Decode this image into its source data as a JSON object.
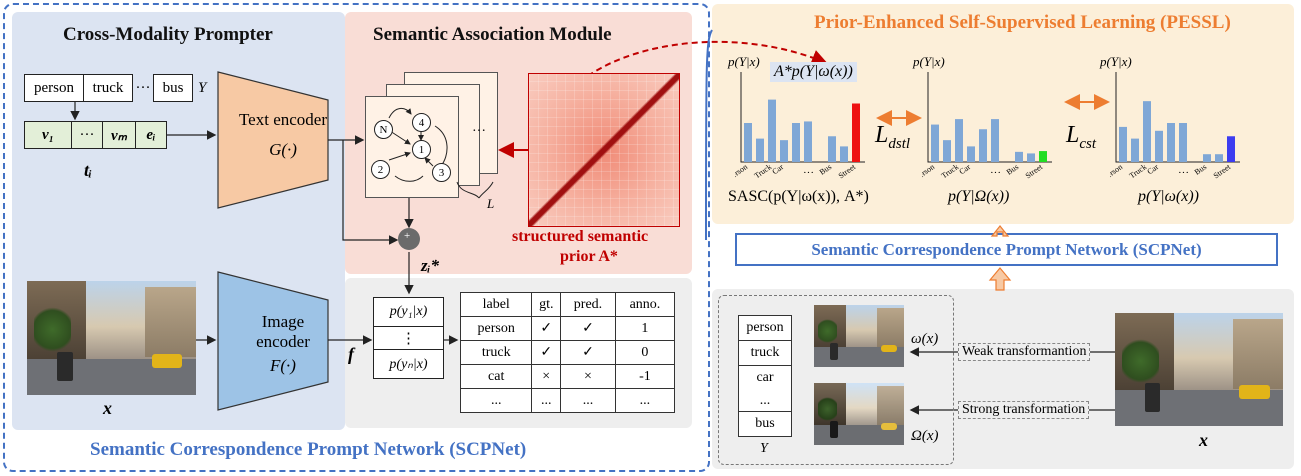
{
  "titles": {
    "cmp": "Cross-Modality Prompter",
    "sam": "Semantic Association Module",
    "pessl": "Prior-Enhanced Self-Supervised Learning (PESSL)",
    "scpnet_bottom": "Semantic Correspondence Prompt Network (SCPNet)",
    "scpnet_box": "Semantic Correspondence Prompt Network (SCPNet)"
  },
  "colors": {
    "cmp_bg": "#dce4f2",
    "sam_bg": "#f9ddd6",
    "pessl_bg": "#fcefd9",
    "bottom_right_bg": "#eeeeee",
    "text_encoder": "#f7c9a4",
    "image_encoder": "#9dc3e6",
    "blue_accent": "#4472c4",
    "orange_accent": "#ed7d31",
    "red_accent": "#c00000",
    "bar_blue": "#7fa7d6",
    "bar_red": "#ee1111",
    "bar_green": "#22dd22",
    "bar_dark_blue": "#3c3cf0"
  },
  "label_set": {
    "items": [
      "person",
      "truck",
      "···",
      "bus"
    ],
    "var": "Y"
  },
  "token_vector": {
    "cells": [
      "v₁",
      "···",
      "vₘ",
      "eᵢ"
    ],
    "var": "tᵢ"
  },
  "text_encoder": {
    "name": "Text encoder",
    "func": "G(·)"
  },
  "image_encoder": {
    "name": "Image encoder",
    "func": "F(·)"
  },
  "image_var": "x",
  "feature_var": "f",
  "z_var": "zᵢ*",
  "plus_symbol": "+",
  "graph": {
    "nodes": [
      "N",
      "4",
      "1",
      "2",
      "3"
    ],
    "ellipsis": "···",
    "depth_label": "L"
  },
  "prior": {
    "line1": "structured semantic",
    "line2": "prior A*"
  },
  "prob_box": {
    "top": "p(y₁|x)",
    "mid": "⋮",
    "bottom": "p(yₙ|x)"
  },
  "result_table": {
    "headers": [
      "label",
      "gt.",
      "pred.",
      "anno."
    ],
    "rows": [
      [
        "person",
        "✓",
        "✓",
        "1"
      ],
      [
        "truck",
        "✓",
        "✓",
        "0"
      ],
      [
        "cat",
        "×",
        "×",
        "-1"
      ],
      [
        "...",
        "...",
        "...",
        "..."
      ]
    ]
  },
  "charts": {
    "ylabel": "p(Y|x)",
    "categories": [
      "Person",
      "Truck",
      "Car",
      "···",
      "Bus",
      "Street"
    ],
    "chart1_caption": "SASC(p(Y|ω(x)), A*)",
    "chart1_inset": "A*p(Y|ω(x))",
    "chart2_caption": "p(Y|Ω(x))",
    "chart3_caption": "p(Y|ω(x))",
    "loss1": "L",
    "loss1_sub": "dstl",
    "loss2": "L",
    "loss2_sub": "cst"
  },
  "chart_data": [
    {
      "type": "bar",
      "title": "",
      "ylabel": "p(Y|x)",
      "categories": [
        "Person",
        "Truck",
        "Car",
        "···",
        "Bus",
        "Street"
      ],
      "values": [
        0.5,
        0.3,
        0.8,
        0.28,
        0.5,
        0.52,
        0.0,
        0.33,
        0.2,
        0.75
      ],
      "highlight_index": 9,
      "highlight_color": "#ee1111"
    },
    {
      "type": "bar",
      "title": "",
      "ylabel": "p(Y|x)",
      "categories": [
        "Person",
        "Truck",
        "Car",
        "···",
        "Bus",
        "Street"
      ],
      "values": [
        0.48,
        0.28,
        0.55,
        0.2,
        0.42,
        0.55,
        0.0,
        0.13,
        0.11,
        0.14
      ],
      "highlight_index": 9,
      "highlight_color": "#22dd22"
    },
    {
      "type": "bar",
      "title": "",
      "ylabel": "p(Y|x)",
      "categories": [
        "Person",
        "Truck",
        "Car",
        "···",
        "Bus",
        "Street"
      ],
      "values": [
        0.45,
        0.3,
        0.78,
        0.4,
        0.5,
        0.5,
        0.0,
        0.1,
        0.1,
        0.33
      ],
      "highlight_index": 9,
      "highlight_color": "#3c3cf0"
    }
  ],
  "augment": {
    "labels": [
      "person",
      "truck",
      "car",
      "...",
      "bus"
    ],
    "var": "Y",
    "weak": "Weak  transformantion",
    "strong": "Strong transformation",
    "weak_out": "ω(x)",
    "strong_out": "Ω(x)",
    "image_var": "x"
  }
}
